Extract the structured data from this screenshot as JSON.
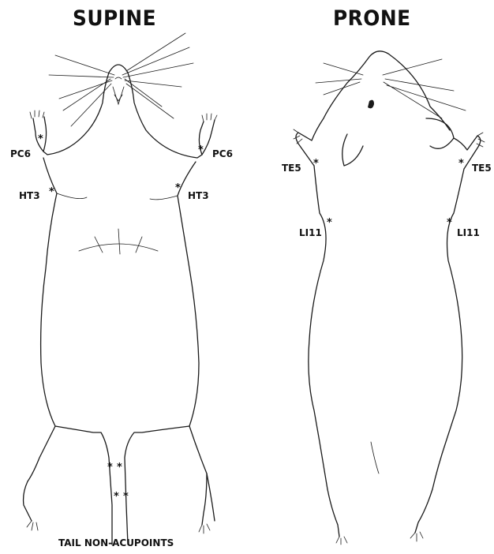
{
  "panels": {
    "supine": {
      "title": "SUPINE"
    },
    "prone": {
      "title": "PRONE"
    }
  },
  "labels": {
    "supine_pc6_left": "PC6",
    "supine_pc6_right": "PC6",
    "supine_ht3_left": "HT3",
    "supine_ht3_right": "HT3",
    "prone_te5_left": "TE5",
    "prone_te5_right": "TE5",
    "prone_li11_left": "LI11",
    "prone_li11_right": "LI11",
    "tail_caption": "TAIL NON-ACUPOINTS"
  },
  "acupoint_marker": "*"
}
